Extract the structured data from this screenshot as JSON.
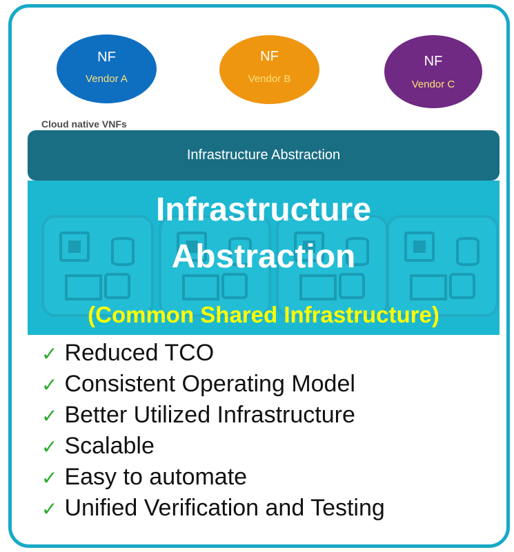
{
  "network_functions": [
    {
      "title": "NF",
      "vendor": "Vendor A",
      "color": "#0e6fc1"
    },
    {
      "title": "NF",
      "vendor": "Vendor B",
      "color": "#ef9610"
    },
    {
      "title": "NF",
      "vendor": "Vendor C",
      "color": "#702a83"
    }
  ],
  "cloud_label": "Cloud native VNFs",
  "abstraction_bar": "Infrastructure  Abstraction",
  "big_box": {
    "line1": "Infrastructure",
    "line2": "Abstraction",
    "subtitle": "(Common Shared Infrastructure)"
  },
  "benefits": [
    "Reduced TCO",
    "Consistent Operating Model",
    "Better Utilized Infrastructure",
    "Scalable",
    "Easy to automate",
    "Unified Verification and Testing"
  ],
  "check_icon": "check-icon",
  "colors": {
    "frame": "#18a9c7",
    "abstraction_bar": "#1a6e83",
    "big_box": "#1cb8d1",
    "subtitle": "#ffff00",
    "check": "#2aab2a"
  }
}
